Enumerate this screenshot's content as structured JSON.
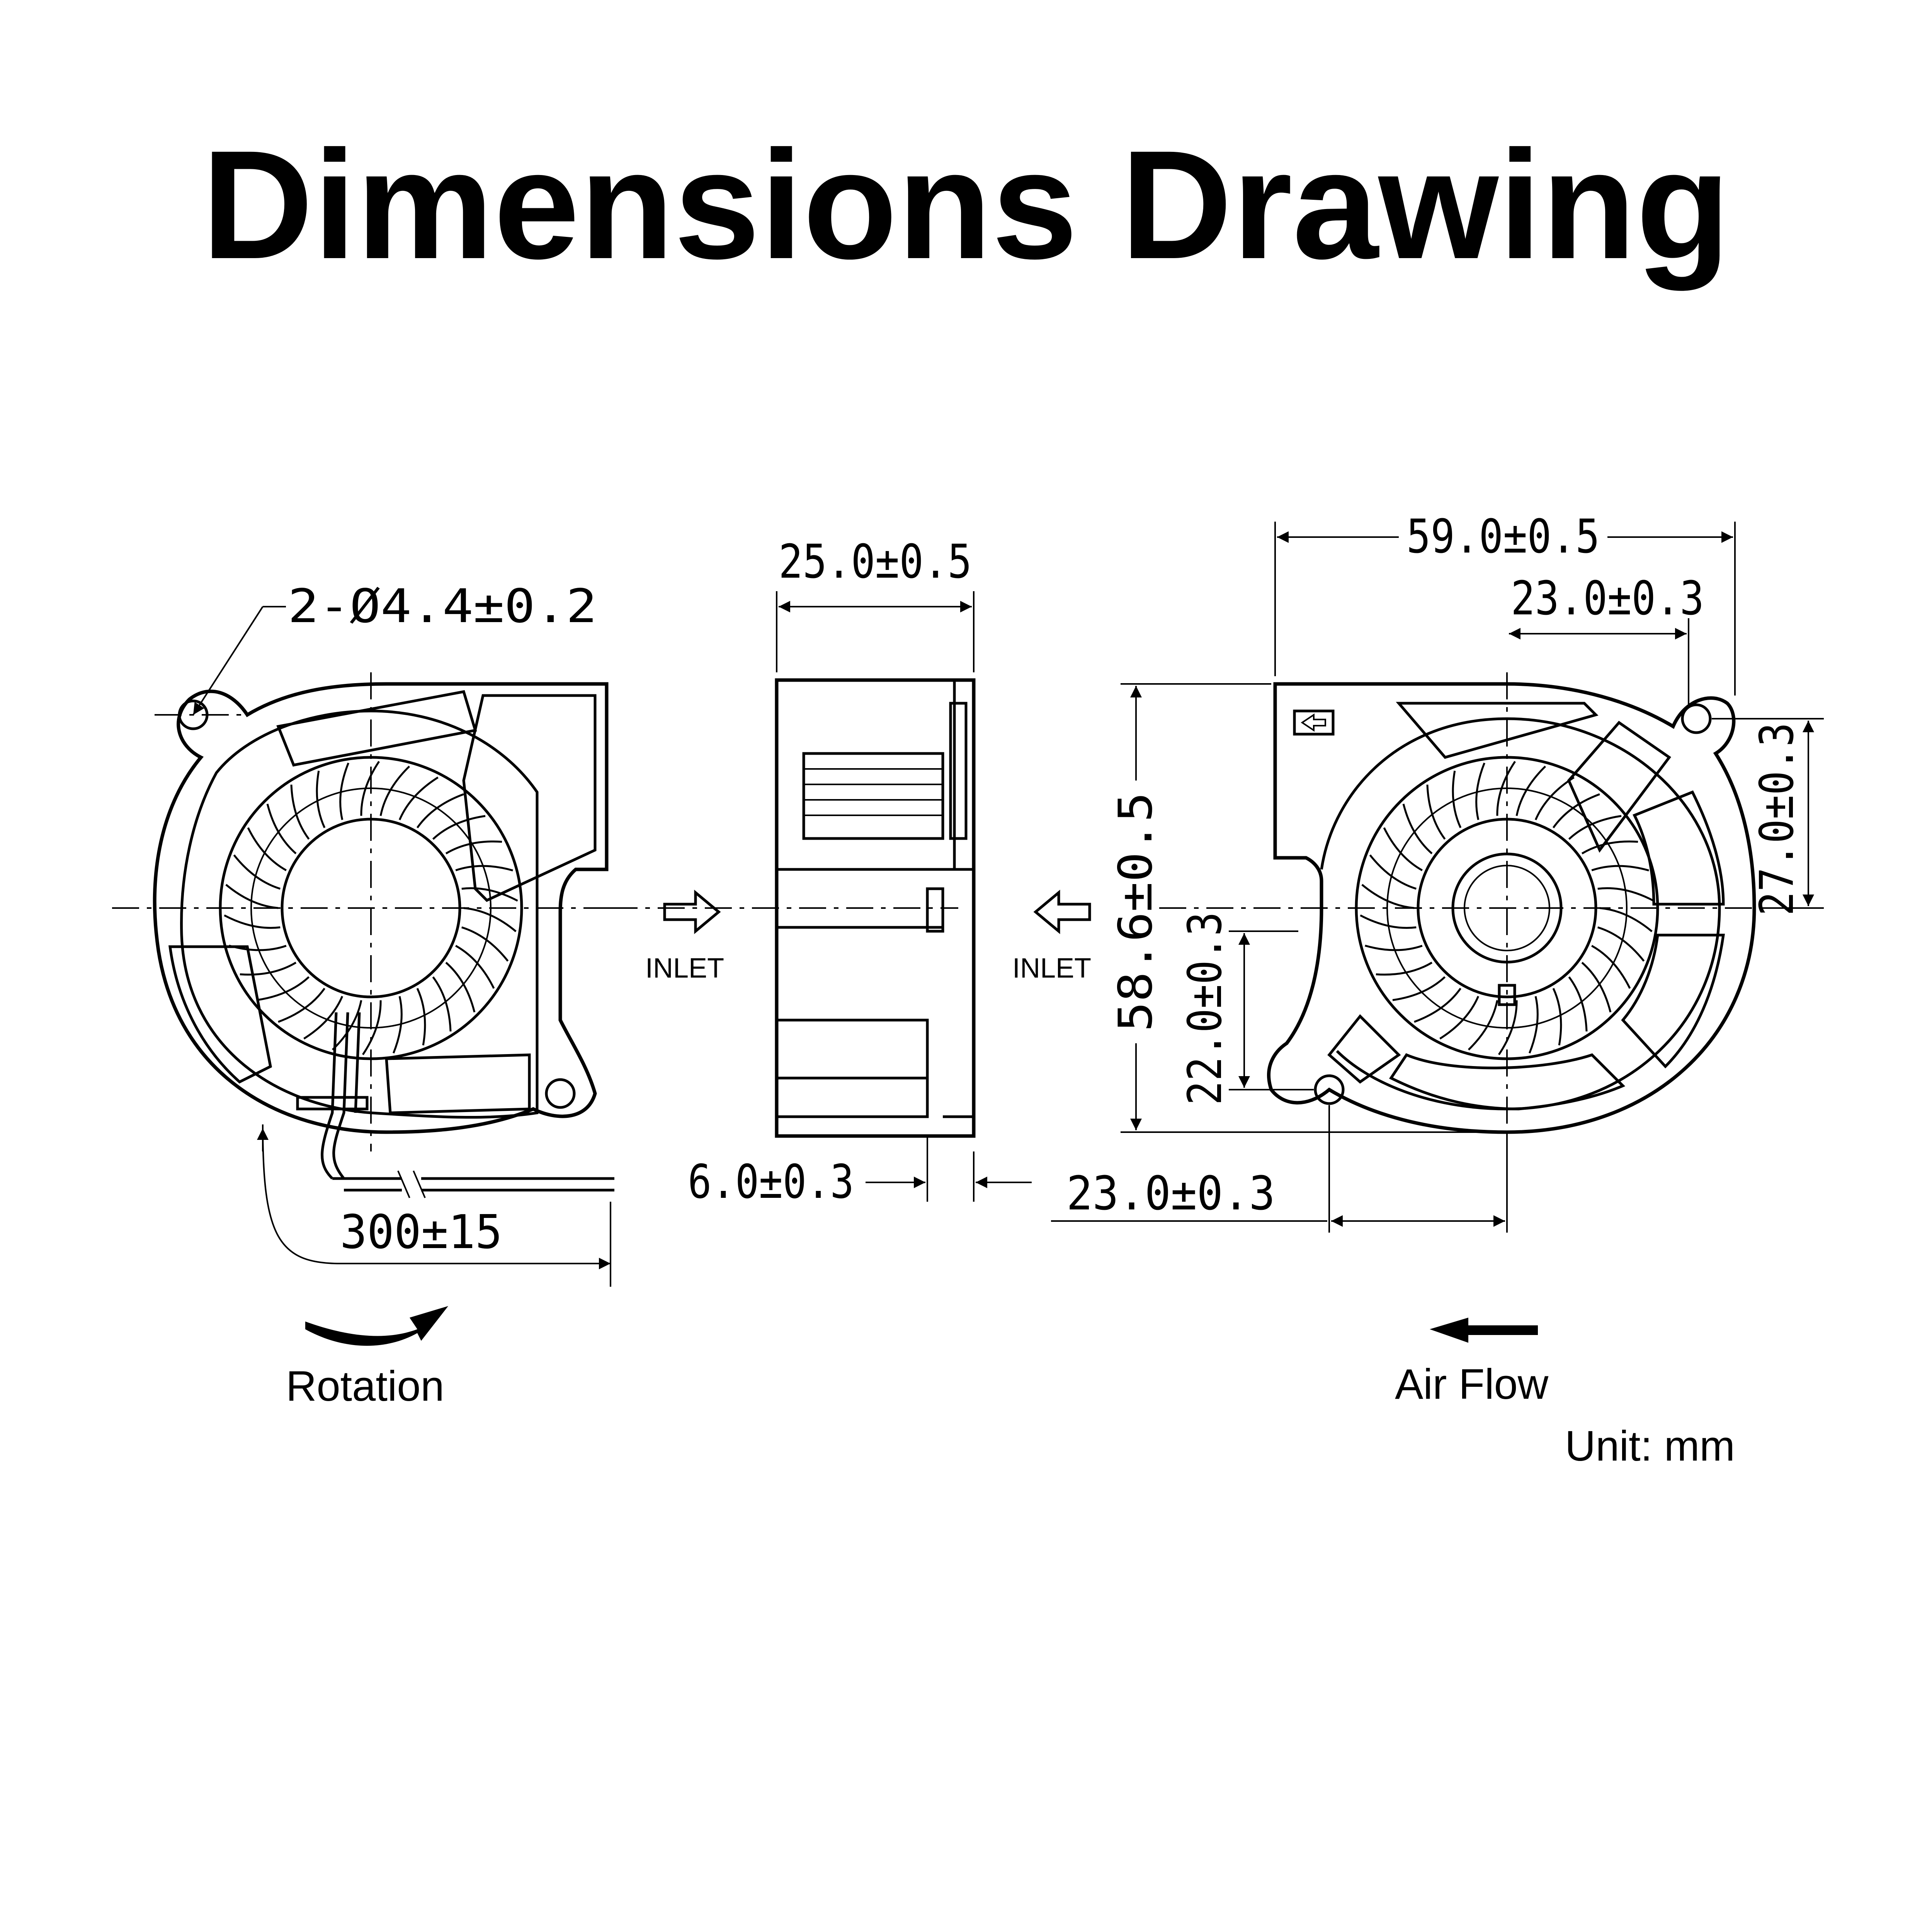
{
  "title": "Dimensions Drawing",
  "dimensions": {
    "hole_spec": "2-Ø4.4±0.2",
    "depth": "25.0±0.5",
    "width": "59.0±0.5",
    "outlet_offset": "23.0±0.3",
    "height": "58.6±0.5",
    "hole_height": "27.0±0.3",
    "hole_offset_vertical": "22.0±0.3",
    "hole_offset_horizontal": "23.0±0.3",
    "outlet_depth": "6.0±0.3",
    "lead_length": "300±15"
  },
  "labels": {
    "inlet_left": "INLET",
    "inlet_right": "INLET",
    "rotation": "Rotation",
    "air_flow": "Air Flow",
    "unit": "Unit: mm"
  },
  "icons": {
    "rotation": "curved-arrow-icon",
    "air_flow": "left-arrow-icon",
    "inlet_left": "hollow-right-arrow-icon",
    "inlet_right": "hollow-left-arrow-icon"
  },
  "colors": {
    "line": "#000000",
    "background": "#ffffff"
  }
}
